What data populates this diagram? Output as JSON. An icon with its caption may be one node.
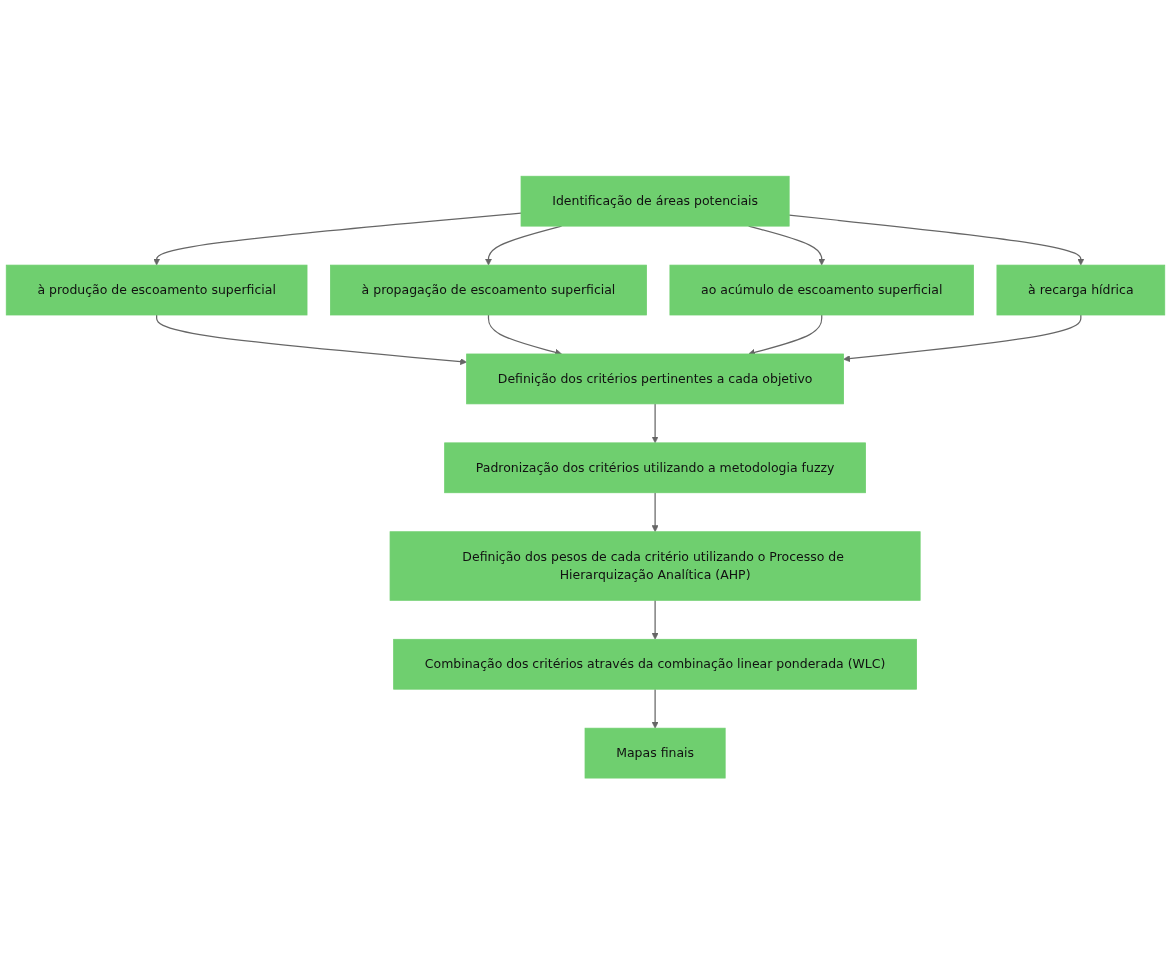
{
  "diagram": {
    "nodes": [
      {
        "text": [
          "Identificação de áreas potenciais"
        ]
      },
      {
        "text": [
          "à produção de escoamento superficial"
        ]
      },
      {
        "text": [
          "à propagação de escoamento superficial"
        ]
      },
      {
        "text": [
          "ao acúmulo de escoamento superficial"
        ]
      },
      {
        "text": [
          "à recarga hídrica"
        ]
      },
      {
        "text": [
          "Definição dos critérios pertinentes a cada objetivo"
        ]
      },
      {
        "text": [
          "Padronização dos critérios utilizando a metodologia fuzzy"
        ]
      },
      {
        "text": [
          "Definição dos pesos de cada critério utilizando o Processo de Hierarquização Analítica (AHP)"
        ]
      },
      {
        "text": [
          "Combinação dos critérios através da combinação linear ponderada (WLC)"
        ]
      },
      {
        "text": [
          "Mapas finais"
        ]
      }
    ],
    "edges": [
      {
        "from": 0,
        "to": 1,
        "arrow": "to"
      },
      {
        "from": 0,
        "to": 2,
        "arrow": "to"
      },
      {
        "from": 0,
        "to": 3,
        "arrow": "to"
      },
      {
        "from": 0,
        "to": 4,
        "arrow": "to"
      },
      {
        "from": 1,
        "to": 5,
        "arrow": "to"
      },
      {
        "from": 2,
        "to": 5,
        "arrow": "to"
      },
      {
        "from": 3,
        "to": 5,
        "arrow": "to"
      },
      {
        "from": 4,
        "to": 5,
        "arrow": "to"
      },
      {
        "from": 5,
        "to": 6,
        "arrow": "to"
      },
      {
        "from": 6,
        "to": 7,
        "arrow": "to"
      },
      {
        "from": 7,
        "to": 8,
        "arrow": "to"
      },
      {
        "from": 8,
        "to": 9,
        "arrow": "to"
      }
    ]
  }
}
